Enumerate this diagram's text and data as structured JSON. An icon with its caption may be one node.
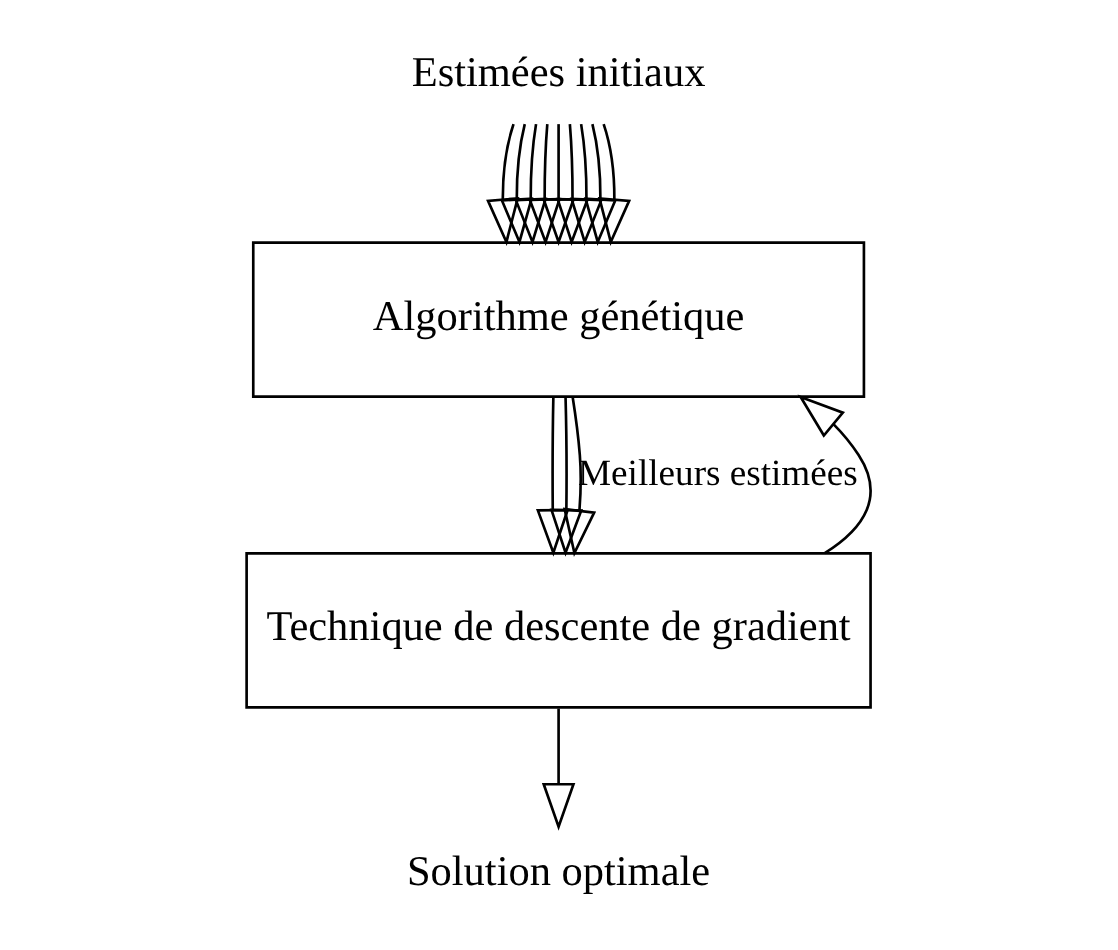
{
  "diagram": {
    "nodes": [
      {
        "text": [
          "Estimées initiaux"
        ]
      },
      {
        "text": [
          "Algorithme génétique"
        ]
      },
      {
        "text": [
          "Technique de descente de gradient"
        ]
      },
      {
        "text": [
          "Solution optimale"
        ]
      }
    ],
    "edges": [
      {
        "from": 0,
        "to": 1,
        "arrow": "to"
      },
      {
        "from": 0,
        "to": 1,
        "arrow": "to"
      },
      {
        "from": 0,
        "to": 1,
        "arrow": "to"
      },
      {
        "from": 0,
        "to": 1,
        "arrow": "to"
      },
      {
        "from": 0,
        "to": 1,
        "arrow": "to"
      },
      {
        "from": 0,
        "to": 1,
        "arrow": "to"
      },
      {
        "from": 0,
        "to": 1,
        "arrow": "to"
      },
      {
        "from": 0,
        "to": 1,
        "arrow": "to"
      },
      {
        "from": 0,
        "to": 1,
        "arrow": "to"
      },
      {
        "from": 1,
        "to": 2,
        "arrow": "to"
      },
      {
        "from": 1,
        "to": 2,
        "arrow": "to"
      },
      {
        "from": 1,
        "to": 2,
        "arrow": "to",
        "label": "Meilleurs estimées"
      },
      {
        "from": 2,
        "to": 1,
        "arrow": "to"
      },
      {
        "from": 2,
        "to": 3,
        "arrow": "to"
      }
    ]
  }
}
